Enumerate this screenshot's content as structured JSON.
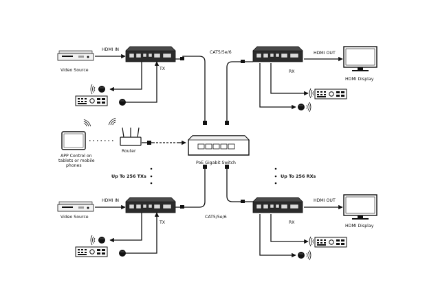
{
  "labels": {
    "hdmi_in": "HDMI IN",
    "hdmi_out": "HDMI OUT",
    "video_source": "Video Source",
    "hdmi_display": "HDMI Display",
    "tx": "TX",
    "rx": "RX",
    "cat": "CAT5/5e/6",
    "router": "Router",
    "switch": "PoE Gigabit Switch",
    "app_line1": "APP Control on",
    "app_line2": "tablets or mobile",
    "app_line3": "phones",
    "up_tx": "Up To 256 TXs",
    "up_rx": "Up To 256 RXs"
  },
  "icons": [
    "blu-ray-player-icon",
    "encoder-tx-icon",
    "decoder-rx-icon",
    "monitor-icon",
    "ir-receiver-icon",
    "ir-blaster-icon",
    "remote-control-icon",
    "tablet-icon",
    "router-icon",
    "wifi-signal-icon",
    "network-switch-icon"
  ],
  "colors": {
    "ink": "#111111",
    "device": "#2b2b2b",
    "background": "#ffffff"
  }
}
